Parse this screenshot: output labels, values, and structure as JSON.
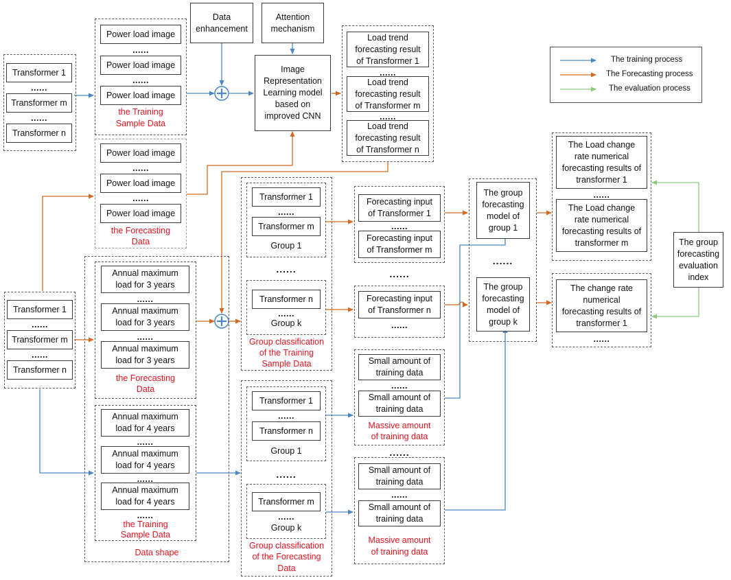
{
  "colors": {
    "training": "#4a86c8",
    "forecasting": "#d2691e",
    "evaluation": "#8cc97b",
    "highlight": "#e8141e"
  },
  "dots": "......",
  "legend": {
    "training": "The training process",
    "forecasting": "The Forecasting process",
    "evaluation": "The evaluation process"
  },
  "top_input": {
    "transformer_1": "Transformer 1",
    "transformer_m": "Transformer m",
    "transformer_n": "Transformer n"
  },
  "training_images": {
    "image_label": "Power load image",
    "caption_line1": "the Training",
    "caption_line2": "Sample Data"
  },
  "forecast_images": {
    "image_label": "Power load image",
    "caption_line1": "the Forecasting",
    "caption_line2": "Data"
  },
  "data_enhancement": {
    "line1": "Data",
    "line2": "enhancement"
  },
  "attention": {
    "line1": "Attention",
    "line2": "mechanism"
  },
  "cnn_model": {
    "line1": "Image",
    "line2": "Representation",
    "line3": "Learning model",
    "line4": "based on",
    "line5": "improved CNN"
  },
  "trend_results": {
    "r1": {
      "line1": "Load trend",
      "line2": "forecasting result",
      "line3": "of Transformer 1"
    },
    "rm": {
      "line1": "Load trend",
      "line2": "forecasting result",
      "line3": "of Transformer m"
    },
    "rn": {
      "line1": "Load trend",
      "line2": "forecasting result",
      "line3": "of Transformer n"
    }
  },
  "left_input": {
    "transformer_1": "Transformer 1",
    "transformer_m": "Transformer m",
    "transformer_n": "Transformer n"
  },
  "annual3": {
    "line1": "Annual maximum",
    "line2": "load for 3 years",
    "caption_line1": "the Forecasting",
    "caption_line2": "Data"
  },
  "annual4": {
    "line1": "Annual maximum",
    "line2": "load for 4 years",
    "caption_line1": "the Training",
    "caption_line2": "Sample Data"
  },
  "data_shape": "Data shape",
  "group_training": {
    "transformer_1": "Transformer 1",
    "transformer_m": "Transformer m",
    "group_1": "Group 1",
    "transformer_n": "Transformer n",
    "group_k": "Group k",
    "caption_line1": "Group classification",
    "caption_line2": "of the Training",
    "caption_line3": "Sample Data"
  },
  "group_forecasting": {
    "transformer_1": "Transformer 1",
    "transformer_n": "Transformer n",
    "group_1": "Group 1",
    "transformer_m": "Transformer m",
    "group_k": "Group k",
    "caption_line1": "Group classification",
    "caption_line2": "of the Forecasting",
    "caption_line3": "Data"
  },
  "forecast_inputs": {
    "i1": {
      "line1": "Forecasting input",
      "line2": "of Transformer 1"
    },
    "im": {
      "line1": "Forecasting input",
      "line2": "of Transformer m"
    },
    "in": {
      "line1": "Forecasting input",
      "line2": "of Transformer n"
    }
  },
  "training_data_groups": {
    "small_line1": "Small amount of",
    "small_line2": "training data",
    "massive_line1": "Massive amount",
    "massive_line2": "of training data"
  },
  "group_models": {
    "g1": {
      "line1": "The group",
      "line2": "forecasting",
      "line3": "model of",
      "line4": "group 1"
    },
    "gk": {
      "line1": "The group",
      "line2": "forecasting",
      "line3": "model of",
      "line4": "group k"
    }
  },
  "results": {
    "r1": {
      "line1": "The Load change",
      "line2": "rate numerical",
      "line3": "forecasting results of",
      "line4": "transformer 1"
    },
    "rm": {
      "line1": "The Load change",
      "line2": "rate numerical",
      "line3": "forecasting results of",
      "line4": "transformer m"
    },
    "r2": {
      "line1": "The change rate",
      "line2": "numerical",
      "line3": "forecasting results of",
      "line4": "transformer 1"
    }
  },
  "evaluation_index": {
    "line1": "The group",
    "line2": "forecasting",
    "line3": "evaluation",
    "line4": "index"
  }
}
